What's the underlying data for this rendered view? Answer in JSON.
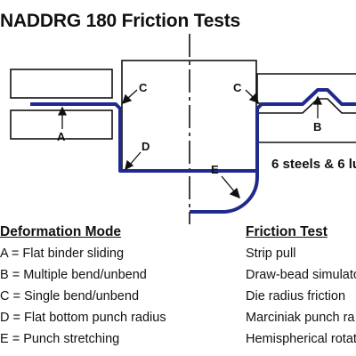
{
  "title": "NADDRG 180 Friction Tests",
  "diagram": {
    "labels": {
      "a": "A",
      "b": "B",
      "c_left": "C",
      "c_right": "C",
      "d": "D",
      "e": "E"
    },
    "note": "6 steels & 6 lu",
    "colors": {
      "strip": "#1f2a8c",
      "outline": "#111111"
    }
  },
  "legend": {
    "mode_header": "Deformation Mode",
    "test_header": "Friction Test",
    "modes": [
      "A = Flat binder sliding",
      "B = Multiple bend/unbend",
      "C = Single bend/unbend",
      "D = Flat bottom punch radius",
      "E = Punch stretching"
    ],
    "tests": [
      "Strip pull",
      "Draw-bead simulato",
      "Die radius friction",
      "Marciniak punch ra",
      "Hemispherical rotat"
    ]
  }
}
